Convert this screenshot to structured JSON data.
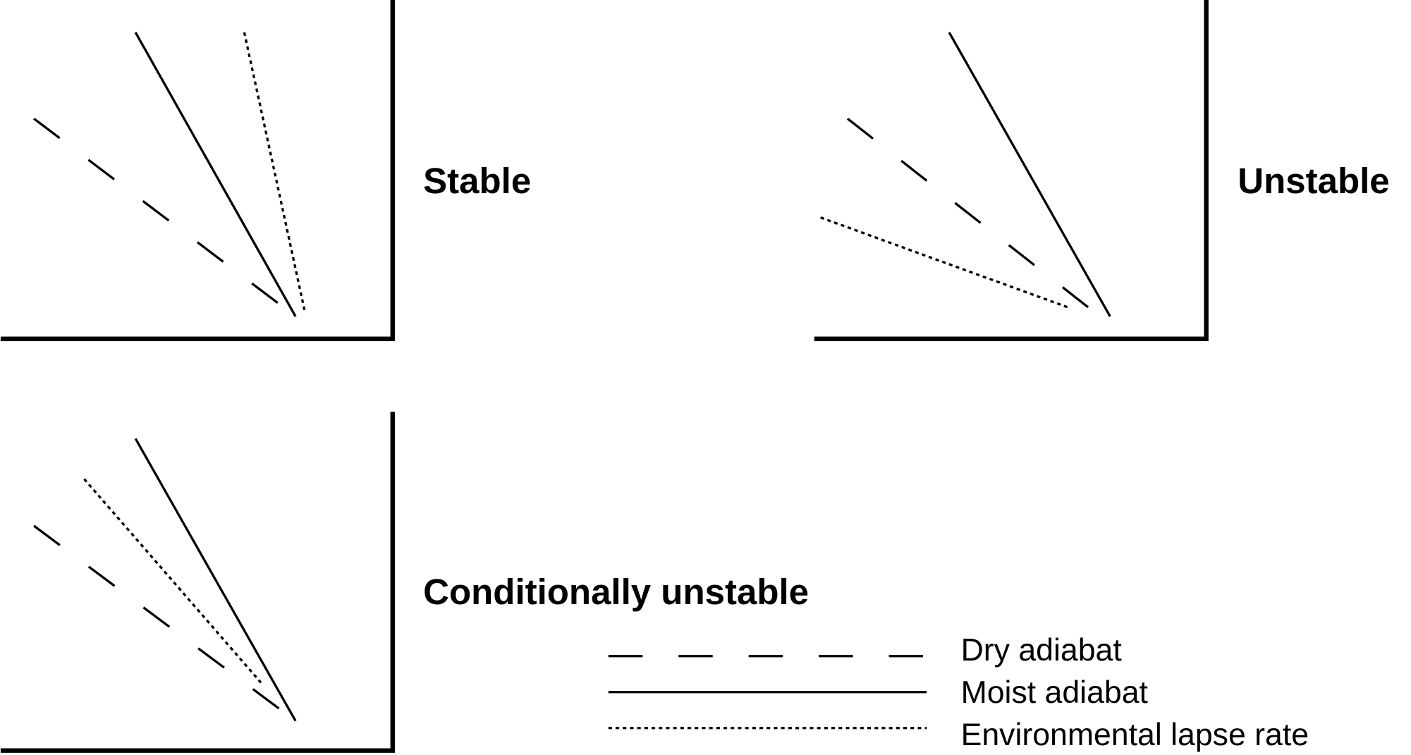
{
  "panels": [
    {
      "label": "Stable"
    },
    {
      "label": "Unstable"
    },
    {
      "label": "Conditionally unstable"
    }
  ],
  "legend": {
    "dry": "Dry adiabat",
    "moist": "Moist adiabat",
    "env": "Environmental lapse rate"
  },
  "colors": {
    "line": "#000000",
    "background": "#ffffff"
  }
}
